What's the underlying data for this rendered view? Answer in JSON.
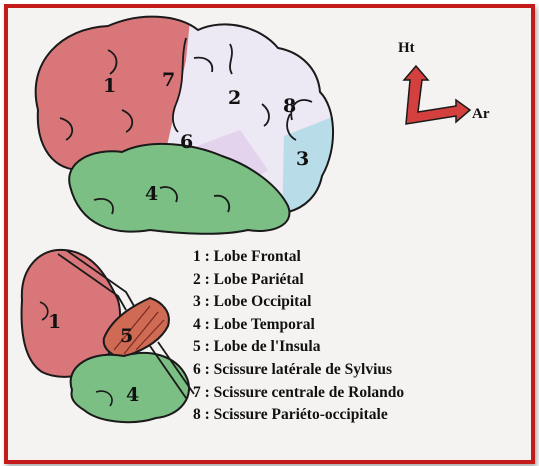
{
  "axes": {
    "up": "Ht",
    "back": "Ar"
  },
  "colors": {
    "frame": "#c41a1a",
    "frontal": "#d9767a",
    "parietal": "#ece8f4",
    "occipital": "#b8dce8",
    "temporal": "#7cbf84",
    "insula": "#cf6a55",
    "arrow": "#d4403d"
  },
  "upper_diagram_labels": [
    "1",
    "7",
    "2",
    "8",
    "6",
    "3",
    "4"
  ],
  "lower_diagram_labels": [
    "1",
    "5",
    "4"
  ],
  "legend": [
    {
      "num": "1",
      "text": "Lobe Frontal"
    },
    {
      "num": "2",
      "text": "Lobe Pariétal"
    },
    {
      "num": "3",
      "text": "Lobe Occipital"
    },
    {
      "num": "4",
      "text": "Lobe Temporal"
    },
    {
      "num": "5",
      "text": "Lobe de l'Insula"
    },
    {
      "num": "6",
      "text": "Scissure latérale de Sylvius"
    },
    {
      "num": "7",
      "text": "Scissure centrale de Rolando"
    },
    {
      "num": "8",
      "text": "Scissure Pariéto-occipitale"
    }
  ]
}
